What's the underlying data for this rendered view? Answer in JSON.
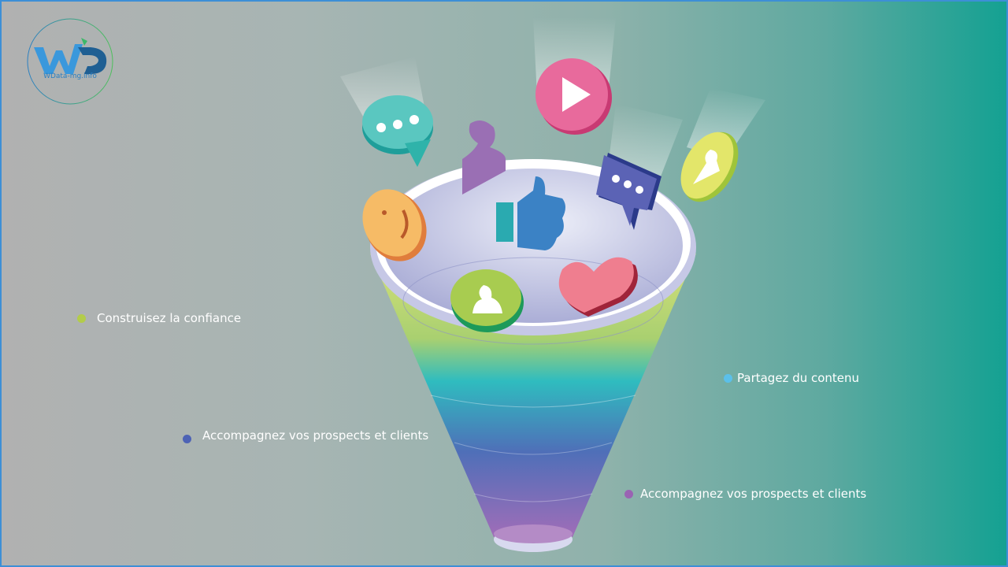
{
  "logo": {
    "text": "WData-mg.info"
  },
  "labels": [
    {
      "text": "Construisez la confiance",
      "color": "#b3cc4a"
    },
    {
      "text": "Accompagnez vos prospects et clients",
      "color": "#4d63b5"
    },
    {
      "text": "Partagez du contenu",
      "color": "#5bc0ea"
    },
    {
      "text": "Accompagnez vos prospects et clients",
      "color": "#9a63b3"
    }
  ],
  "icons": [
    "chat-bubble-icon",
    "user-icon",
    "play-icon",
    "thumbs-up-icon",
    "message-icon",
    "user-badge-icon",
    "smiley-icon",
    "profile-badge-icon",
    "heart-icon"
  ],
  "colors": {
    "border": "#3d8fd6",
    "background_left": "#b1b1b1",
    "background_right": "#14a192"
  }
}
